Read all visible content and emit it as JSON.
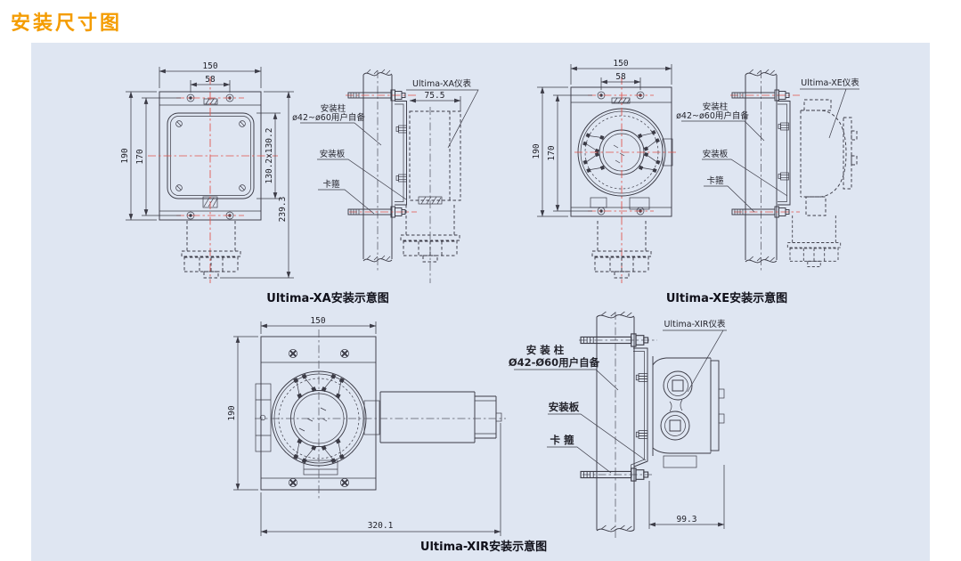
{
  "page": {
    "title": "安装尺寸图"
  },
  "colors": {
    "title_orange": "#F49C00",
    "panel_bg": "#DFE6F2",
    "line": "#3B3B46",
    "centerline_red": "#E2514A"
  },
  "xa": {
    "caption": "Ultima-XA安装示意图",
    "instrument": "Ultima-XA仪表",
    "post": "安装柱",
    "post_note": "ø42~ø60用户自备",
    "plate": "安装板",
    "clamp": "卡箍",
    "dim_width": "150",
    "dim_hole_span": "58",
    "dim_height": "190",
    "dim_inner_height": "170",
    "dim_window": "130.2x130.2",
    "dim_total_height": "239.3",
    "dim_depth": "75.5"
  },
  "xe": {
    "caption": "Ultima-XE安装示意图",
    "instrument": "Ultima-XE仪表",
    "post": "安装柱",
    "post_note": "ø42~ø60用户自备",
    "plate": "安装板",
    "clamp": "卡箍",
    "dim_width": "150",
    "dim_hole_span": "58",
    "dim_height": "190",
    "dim_inner_height": "170"
  },
  "xir": {
    "caption": "Ultima-XIR安装示意图",
    "instrument": "Ultima-XIR仪表",
    "post": "安 装 柱",
    "post_note": "Ø42-Ø60用户自备",
    "plate": "安装板",
    "clamp": "卡 箍",
    "dim_width": "150",
    "dim_height": "190",
    "dim_total_width": "320.1",
    "dim_depth": "99.3"
  }
}
